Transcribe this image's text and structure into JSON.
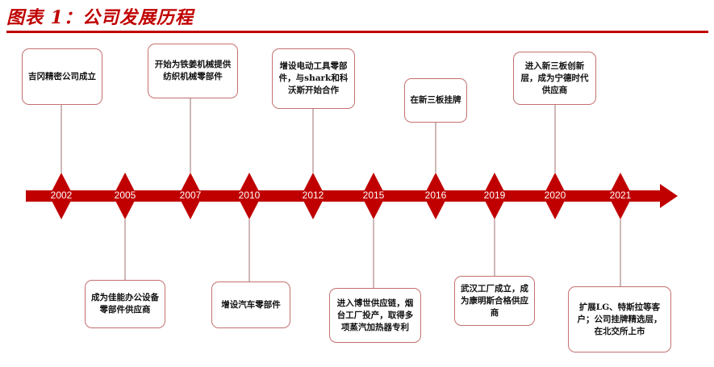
{
  "title": "图表 1：公司发展历程",
  "colors": {
    "accent": "#c00000",
    "box_border": "#c47070"
  },
  "events": [
    {
      "year": "2002",
      "text": "吉冈精密公司成立",
      "position": "top"
    },
    {
      "year": "2005",
      "text": "成为佳能办公设备零部件供应商",
      "position": "bottom"
    },
    {
      "year": "2007",
      "text": "开始为铁姜机械提供纺织机械零部件",
      "position": "top"
    },
    {
      "year": "2010",
      "text": "增设汽车零部件",
      "position": "bottom"
    },
    {
      "year": "2012",
      "text": "增设电动工具零部件，与shark和科沃斯开始合作",
      "position": "top"
    },
    {
      "year": "2015",
      "text": "进入博世供应链，烟台工厂投产，取得多项蒸汽加热器专利",
      "position": "bottom"
    },
    {
      "year": "2016",
      "text": "在新三板挂牌",
      "position": "top"
    },
    {
      "year": "2019",
      "text": "武汉工厂成立，成为康明斯合格供应商",
      "position": "bottom"
    },
    {
      "year": "2020",
      "text": "进入新三板创新层，成为宁德时代供应商",
      "position": "top"
    },
    {
      "year": "2021",
      "text": "扩展LG、特斯拉等客户；公司挂牌精选层，在北交所上市",
      "position": "bottom"
    }
  ]
}
